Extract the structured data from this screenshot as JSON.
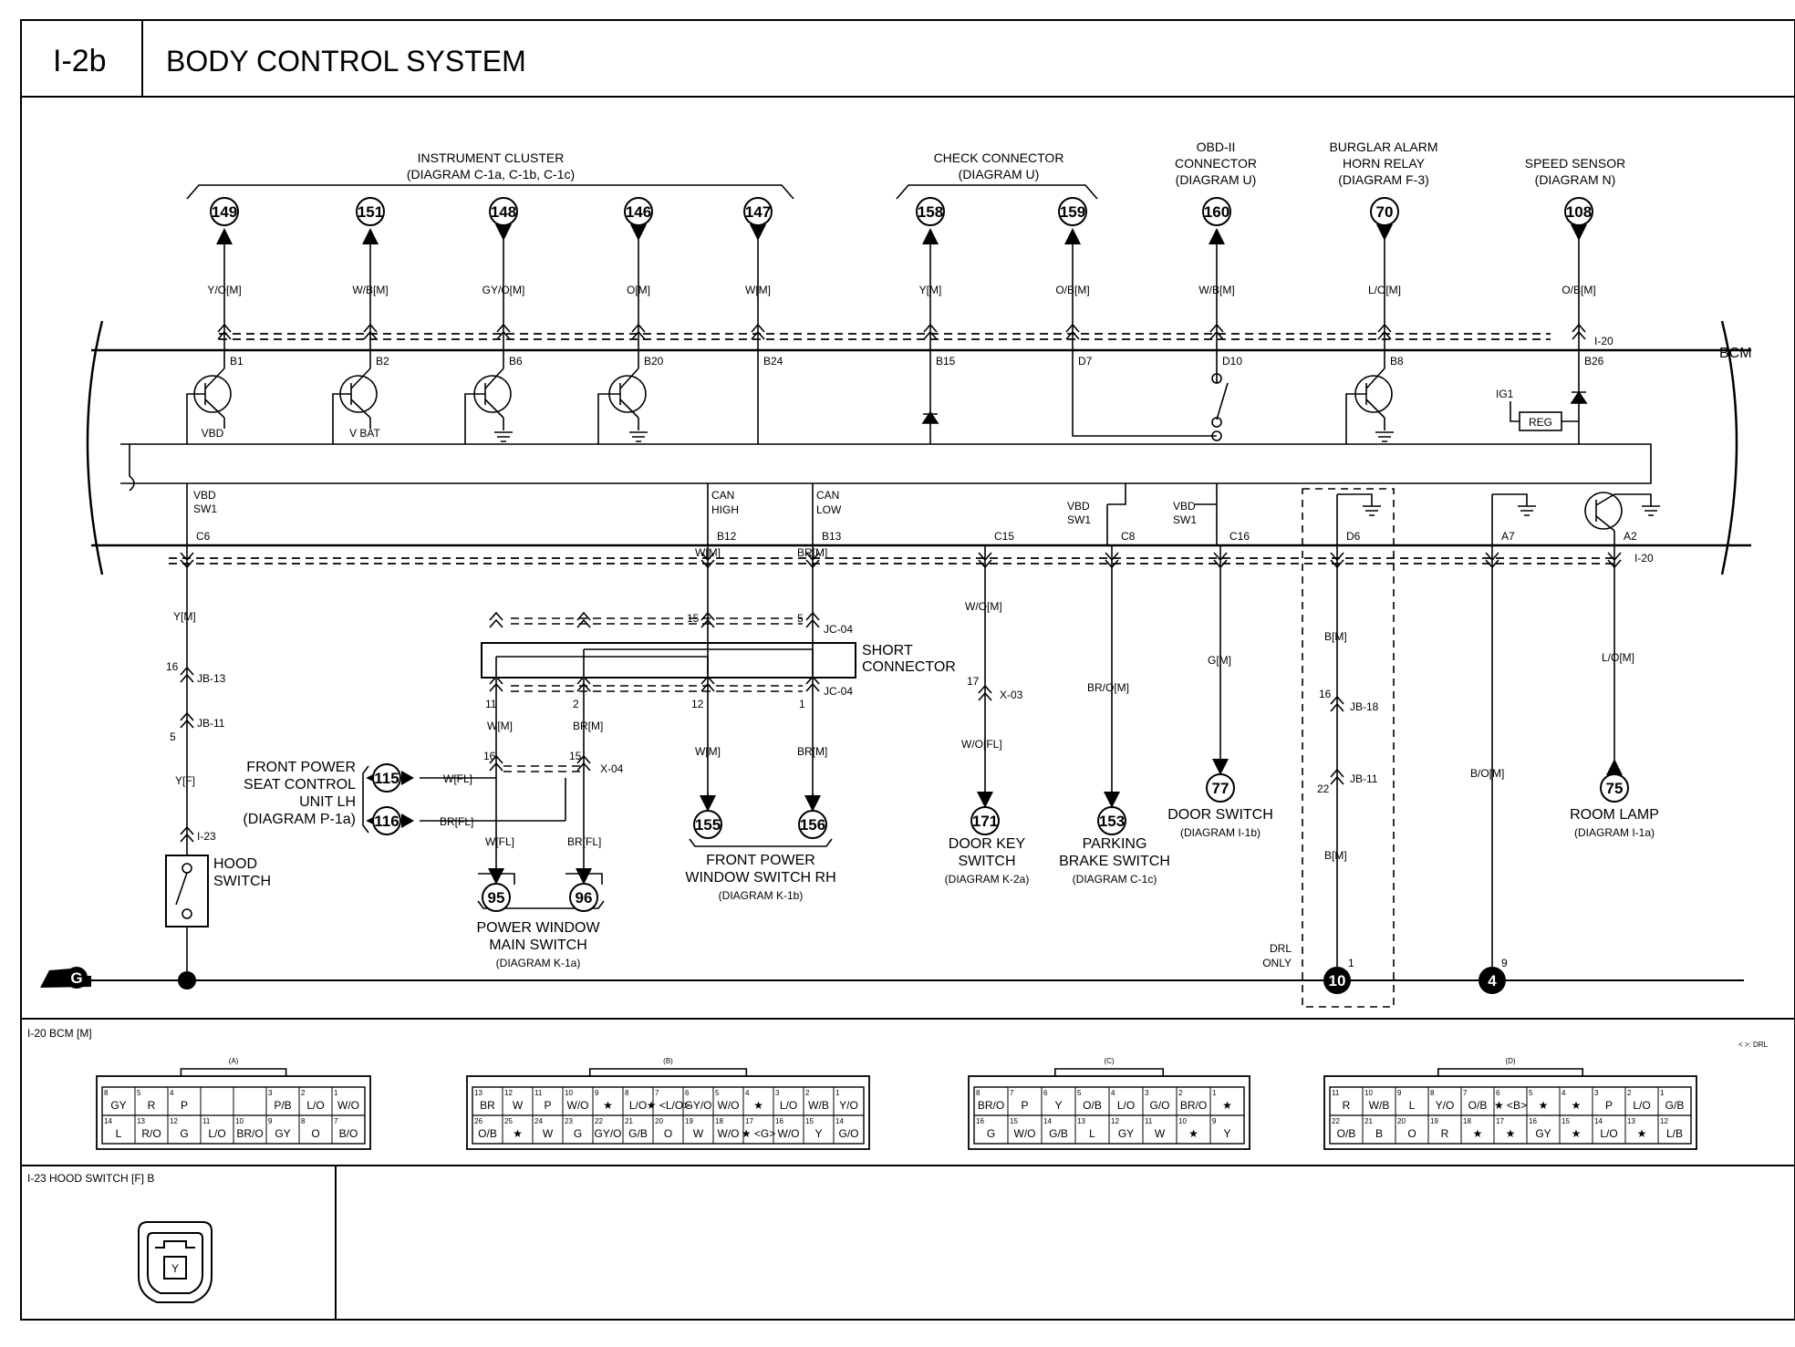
{
  "header": {
    "code": "I-2b",
    "title": "BODY CONTROL SYSTEM"
  },
  "bcm": {
    "label": "BCM",
    "connector_top": "I-20",
    "connector_bottom": "I-20"
  },
  "groups": {
    "instrument_cluster": [
      "INSTRUMENT CLUSTER",
      "(DIAGRAM C-1a, C-1b, C-1c)"
    ],
    "check_connector": [
      "CHECK CONNECTOR",
      "(DIAGRAM U)"
    ],
    "obd": [
      "OBD-II",
      "CONNECTOR",
      "(DIAGRAM U)"
    ],
    "burglar": [
      "BURGLAR ALARM",
      "HORN RELAY",
      "(DIAGRAM F-3)"
    ],
    "speed": [
      "SPEED SENSOR",
      "(DIAGRAM N)"
    ]
  },
  "top_terminals": [
    {
      "num": "149",
      "wire": "Y/O[M]",
      "pin": "B1",
      "dir": "up"
    },
    {
      "num": "151",
      "wire": "W/B[M]",
      "pin": "B2",
      "dir": "up"
    },
    {
      "num": "148",
      "wire": "GY/O[M]",
      "pin": "B6",
      "dir": "down"
    },
    {
      "num": "146",
      "wire": "O[M]",
      "pin": "B20",
      "dir": "down"
    },
    {
      "num": "147",
      "wire": "W[M]",
      "pin": "B24",
      "dir": "down"
    },
    {
      "num": "158",
      "wire": "Y[M]",
      "pin": "B15",
      "dir": "up"
    },
    {
      "num": "159",
      "wire": "O/B[M]",
      "pin": "D7",
      "dir": "up"
    },
    {
      "num": "160",
      "wire": "W/B[M]",
      "pin": "D10",
      "dir": "up"
    },
    {
      "num": "70",
      "wire": "L/O[M]",
      "pin": "B8",
      "dir": "down"
    },
    {
      "num": "108",
      "wire": "O/B[M]",
      "pin": "B26",
      "dir": "down"
    }
  ],
  "internal": {
    "vbd": "VBD",
    "vbat": "V BAT",
    "ig1": "IG1",
    "reg": "REG",
    "vbd_sw1_a": "VBD",
    "vbd_sw1_b": "SW1",
    "can": "CAN",
    "high": "HIGH",
    "low": "LOW"
  },
  "bottom_pins": [
    "C6",
    "B12",
    "B13",
    "C15",
    "C8",
    "C16",
    "D6",
    "A7",
    "A2"
  ],
  "hood": {
    "wire1": "Y[M]",
    "jb13_pin": "16",
    "jb13": "JB-13",
    "jb11_pin": "5",
    "jb11": "JB-11",
    "wire2": "Y[F]",
    "i23": "I-23",
    "label": [
      "HOOD",
      "SWITCH"
    ]
  },
  "seat": {
    "label": [
      "FRONT POWER",
      "SEAT CONTROL",
      "UNIT LH",
      "(DIAGRAM P-1a)"
    ],
    "t1": "115",
    "w1": "W[FL]",
    "t2": "116",
    "w2": "BR[FL]"
  },
  "short_connector": {
    "label": [
      "SHORT",
      "CONNECTOR"
    ],
    "jc": "JC-04",
    "pin15": "15",
    "pin5": "5",
    "pin11": "11",
    "pin2": "2",
    "pin12": "12",
    "pin1": "1",
    "w_top1": "W[M]",
    "w_top2": "BR[M]",
    "w_mid1": "W[M]",
    "w_mid2": "BR[M]",
    "w_low1": "W[M]",
    "w_low2": "BR[M]",
    "x04": "X-04",
    "p16": "16",
    "p15b": "15",
    "w_fl": "W[FL]",
    "br_fl": "BR[FL]"
  },
  "power_window_main": {
    "t1": "95",
    "t2": "96",
    "label": [
      "POWER WINDOW",
      "MAIN SWITCH",
      "(DIAGRAM K-1a)"
    ]
  },
  "power_window_rh": {
    "t1": "155",
    "t2": "156",
    "label": [
      "FRONT POWER",
      "WINDOW SWITCH RH",
      "(DIAGRAM K-1b)"
    ]
  },
  "door_key": {
    "w1": "W/O[M]",
    "pin": "17",
    "x03": "X-03",
    "w2": "W/O[FL]",
    "num": "171",
    "label": [
      "DOOR KEY",
      "SWITCH",
      "(DIAGRAM K-2a)"
    ]
  },
  "parking": {
    "wire": "BR/O[M]",
    "num": "153",
    "label": [
      "PARKING",
      "BRAKE SWITCH",
      "(DIAGRAM C-1c)"
    ]
  },
  "door_switch": {
    "wire": "G[M]",
    "num": "77",
    "label": [
      "DOOR SWITCH",
      "(DIAGRAM I-1b)"
    ]
  },
  "drl": {
    "w1": "B[M]",
    "p16": "16",
    "jb18": "JB-18",
    "p22": "22",
    "jb11": "JB-11",
    "w2": "B[M]",
    "only": [
      "DRL",
      "ONLY"
    ],
    "pin1": "1",
    "ground": "10"
  },
  "a7": {
    "wire": "B/O[M]",
    "pin9": "9",
    "ground": "4"
  },
  "room_lamp": {
    "wire": "L/O[M]",
    "num": "75",
    "label": [
      "ROOM LAMP",
      "(DIAGRAM I-1a)"
    ]
  },
  "ground_main": "G",
  "legend": {
    "bcm_title": "I-20 BCM [M]",
    "drl_note": "< >: DRL",
    "hood_title": "I-23 HOOD SWITCH [F] B",
    "connA": {
      "title": "(A)",
      "top": [
        [
          "8",
          "GY"
        ],
        [
          "5",
          "R"
        ],
        [
          "4",
          "P"
        ],
        [
          "",
          ""
        ],
        [
          "",
          ""
        ],
        [
          "3",
          "P/B"
        ],
        [
          "2",
          "L/O"
        ],
        [
          "1",
          "W/O"
        ]
      ],
      "bot": [
        [
          "14",
          "L"
        ],
        [
          "13",
          "R/O"
        ],
        [
          "12",
          "G"
        ],
        [
          "11",
          "L/O"
        ],
        [
          "10",
          "BR/O"
        ],
        [
          "9",
          "GY"
        ],
        [
          "8",
          "O"
        ],
        [
          "7",
          "B/O"
        ]
      ]
    },
    "connB": {
      "title": "(B)",
      "top": [
        [
          "13",
          "BR"
        ],
        [
          "12",
          "W"
        ],
        [
          "11",
          "P"
        ],
        [
          "10",
          "W/O"
        ],
        [
          "9",
          "★"
        ],
        [
          "8",
          "L/O"
        ],
        [
          "7",
          "★ <L/O>"
        ],
        [
          "6",
          "GY/O"
        ],
        [
          "5",
          "W/O"
        ],
        [
          "4",
          "★"
        ],
        [
          "3",
          "L/O"
        ],
        [
          "2",
          "W/B"
        ],
        [
          "1",
          "Y/O"
        ]
      ],
      "bot": [
        [
          "26",
          "O/B"
        ],
        [
          "25",
          "★"
        ],
        [
          "24",
          "W"
        ],
        [
          "23",
          "G"
        ],
        [
          "22",
          "GY/O"
        ],
        [
          "21",
          "G/B"
        ],
        [
          "20",
          "O"
        ],
        [
          "19",
          "W"
        ],
        [
          "18",
          "W/O"
        ],
        [
          "17",
          "★ <G>"
        ],
        [
          "16",
          "W/O"
        ],
        [
          "15",
          "Y"
        ],
        [
          "14",
          "G/O"
        ]
      ]
    },
    "connC": {
      "title": "(C)",
      "top": [
        [
          "8",
          "BR/O"
        ],
        [
          "7",
          "P"
        ],
        [
          "6",
          "Y"
        ],
        [
          "5",
          "O/B"
        ],
        [
          "4",
          "L/O"
        ],
        [
          "3",
          "G/O"
        ],
        [
          "2",
          "BR/O"
        ],
        [
          "1",
          "★"
        ]
      ],
      "bot": [
        [
          "16",
          "G"
        ],
        [
          "15",
          "W/O"
        ],
        [
          "14",
          "G/B"
        ],
        [
          "13",
          "L"
        ],
        [
          "12",
          "GY"
        ],
        [
          "11",
          "W"
        ],
        [
          "10",
          "★"
        ],
        [
          "9",
          "Y"
        ]
      ]
    },
    "connD": {
      "title": "(D)",
      "top": [
        [
          "11",
          "R"
        ],
        [
          "10",
          "W/B"
        ],
        [
          "9",
          "L"
        ],
        [
          "8",
          "Y/O"
        ],
        [
          "7",
          "O/B"
        ],
        [
          "6",
          "★ <B>"
        ],
        [
          "5",
          "★"
        ],
        [
          "4",
          "★"
        ],
        [
          "3",
          "P"
        ],
        [
          "2",
          "L/O"
        ],
        [
          "1",
          "G/B"
        ]
      ],
      "bot": [
        [
          "22",
          "O/B"
        ],
        [
          "21",
          "B"
        ],
        [
          "20",
          "O"
        ],
        [
          "19",
          "R"
        ],
        [
          "18",
          "★"
        ],
        [
          "17",
          "★"
        ],
        [
          "16",
          "GY"
        ],
        [
          "15",
          "★"
        ],
        [
          "14",
          "L/O"
        ],
        [
          "13",
          "★"
        ],
        [
          "12",
          "L/B"
        ]
      ]
    },
    "hood_pin": "Y"
  }
}
